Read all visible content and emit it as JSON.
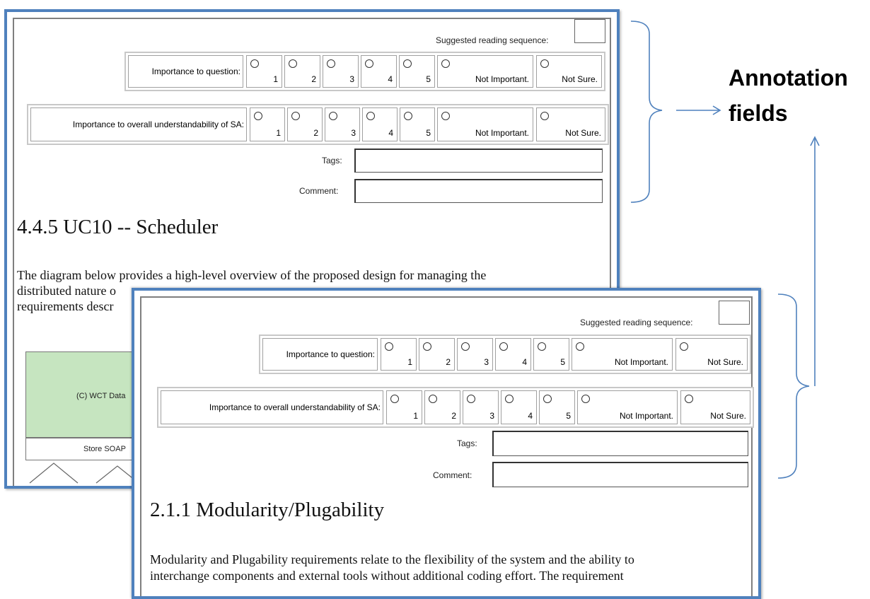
{
  "annotation_form": {
    "suggested_reading_label": "Suggested reading sequence:",
    "importance_question_label": "Importance to question:",
    "importance_overall_label": "Importance to overall understandability of SA:",
    "options": [
      "1",
      "2",
      "3",
      "4",
      "5",
      "Not Important.",
      "Not Sure."
    ],
    "tags_label": "Tags:",
    "comment_label": "Comment:"
  },
  "doc_a": {
    "heading": "4.4.5 UC10 -- Scheduler",
    "paragraph_lines": [
      "The diagram below provides a high-level  overview of the proposed design for managing the",
      "distributed nature o",
      "requirements descr"
    ],
    "diagram_box_text": "(C) WCT Data",
    "diagram_bar_text": "Store SOAP"
  },
  "doc_b": {
    "heading": "2.1.1 Modularity/Plugability",
    "paragraph_lines": [
      "Modularity and Plugability requirements  relate to the flexibility of the system and the ability to",
      "interchange components and external tools without additional coding effort. The requirement"
    ]
  },
  "callout": {
    "label_line1": "Annotation",
    "label_line2": "fields"
  },
  "colors": {
    "panel_border": "#4f81bd",
    "bracket": "#4f81bd",
    "diagram_green": "#c6e5c0"
  }
}
